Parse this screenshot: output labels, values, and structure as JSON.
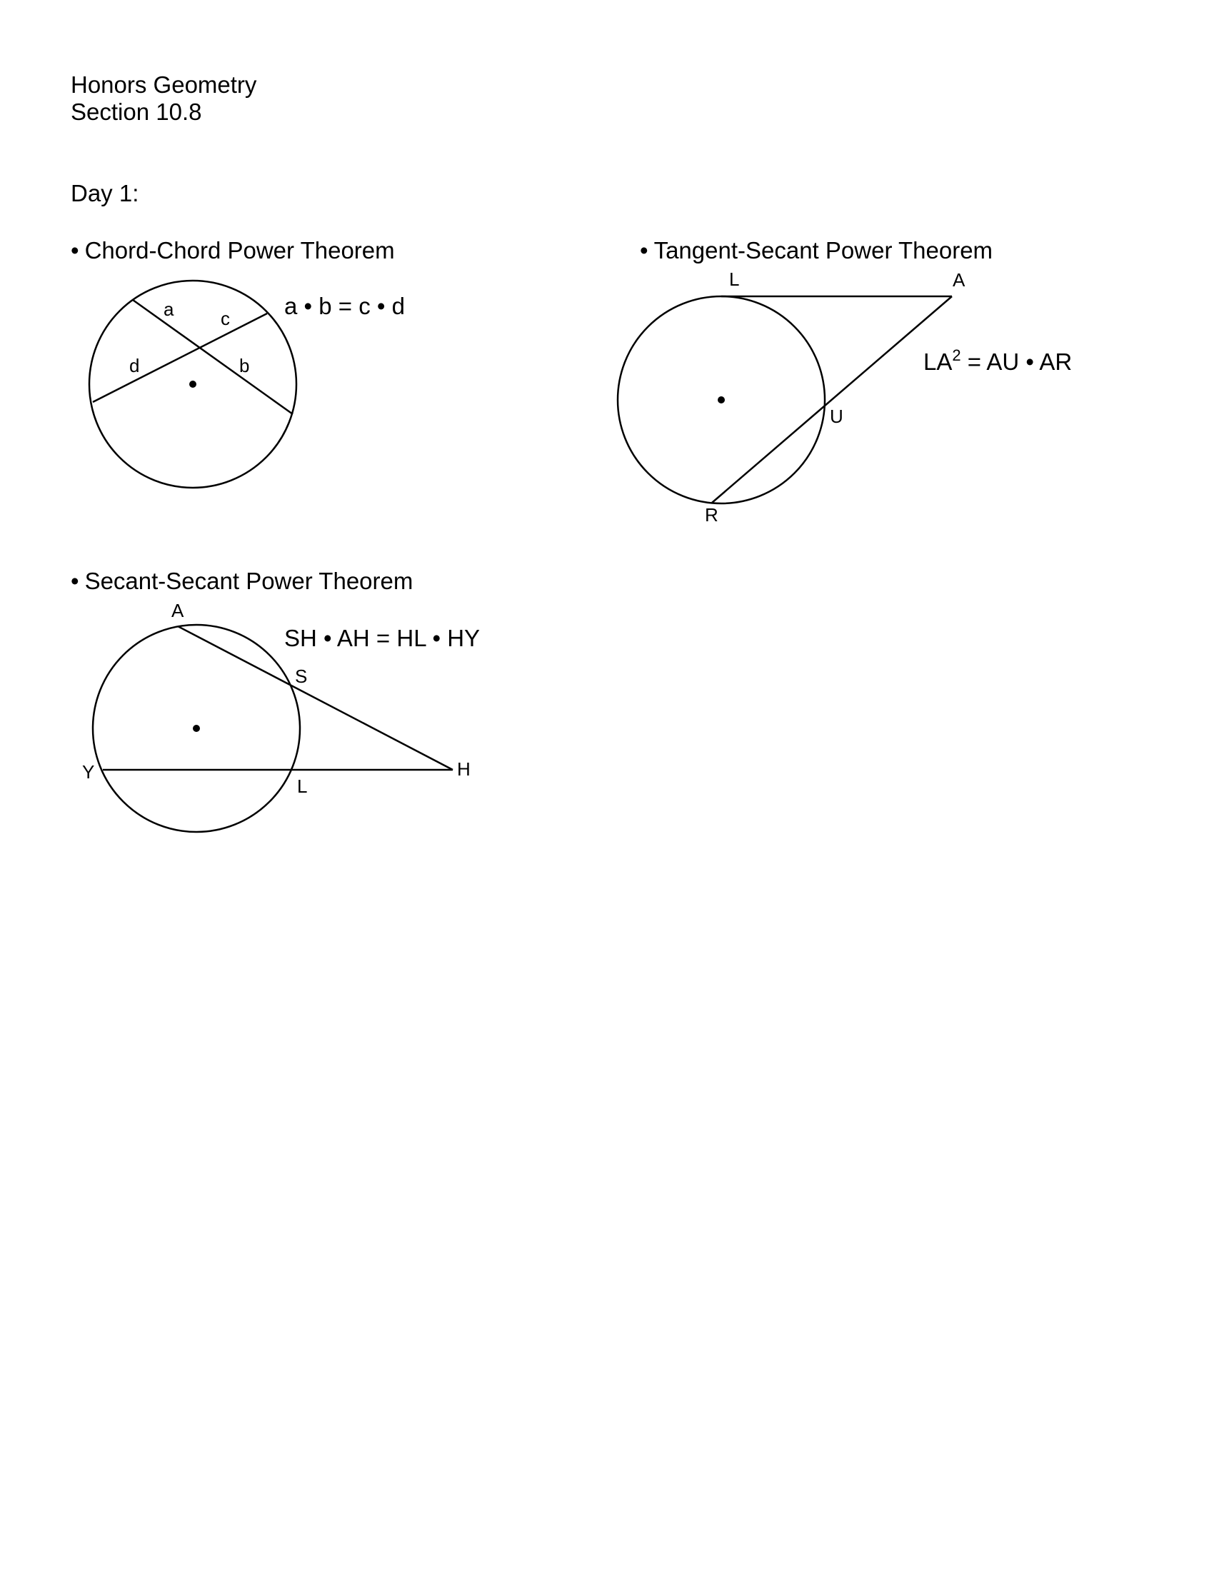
{
  "header": {
    "course": "Honors Geometry",
    "section": "Section 10.8",
    "day": "Day 1:"
  },
  "bullet": "•",
  "chord_chord": {
    "title": "Chord-Chord Power Theorem",
    "equation": "a • b = c • d",
    "labels": {
      "a": "a",
      "b": "b",
      "c": "c",
      "d": "d"
    }
  },
  "tangent_secant": {
    "title": "Tangent-Secant Power Theorem",
    "equation_lhs": "LA",
    "equation_exp": "2",
    "equation_rhs": " = AU • AR",
    "labels": {
      "L": "L",
      "A": "A",
      "U": "U",
      "R": "R"
    }
  },
  "secant_secant": {
    "title": "Secant-Secant Power Theorem",
    "equation": "SH • AH = HL • HY",
    "labels": {
      "A": "A",
      "S": "S",
      "H": "H",
      "Y": "Y",
      "L": "L"
    }
  }
}
